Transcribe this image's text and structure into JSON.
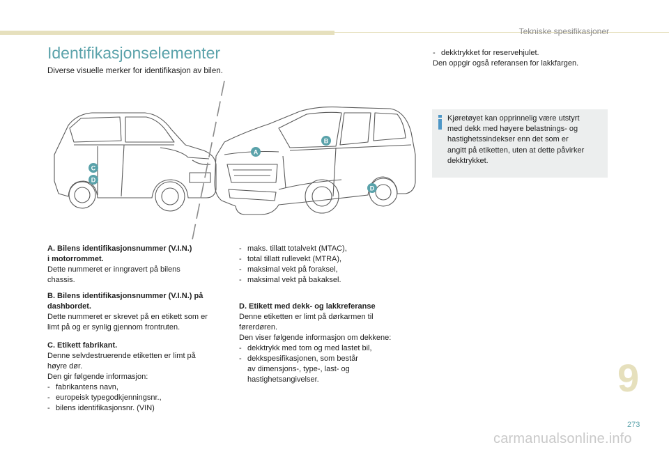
{
  "header": {
    "section_title": "Tekniske spesifikasjoner"
  },
  "title": "Identifikasjonselementer",
  "subtitle": "Diverse visuelle merker for identifikasjon av bilen.",
  "illustration": {
    "markers": [
      "A",
      "B",
      "C",
      "D",
      "D"
    ],
    "marker_color": "#5aa2aa"
  },
  "col1": {
    "a_heading": "A. Bilens identifikasjonsnummer (V.I.N.)",
    "a_heading2": "i motorrommet.",
    "a_text1": "Dette nummeret er inngravert på bilens",
    "a_text2": "chassis.",
    "b_heading": "B. Bilens identifikasjonsnummer (V.I.N.) på",
    "b_heading2": "dashbordet.",
    "b_text1": "Dette nummeret er skrevet på en etikett som er",
    "b_text2": "limt på og er synlig gjennom frontruten.",
    "c_heading": "C. Etikett fabrikant.",
    "c_text1": "Denne selvdestruerende etiketten er limt på",
    "c_text2": "høyre dør.",
    "c_text3": "Den gir følgende informasjon:",
    "c_items": [
      "fabrikantens navn,",
      "europeisk typegodkjenningsnr.,",
      "bilens identifikasjonsnr. (VIN)"
    ]
  },
  "col2": {
    "items": [
      "maks. tillatt totalvekt (MTAC),",
      "total tillatt rullevekt (MTRA),",
      "maksimal vekt på foraksel,",
      "maksimal vekt på bakaksel."
    ],
    "d_heading": "D. Etikett med dekk- og lakkreferanse",
    "d_text1": "Denne etiketten er limt på dørkarmen til",
    "d_text2": "førerdøren.",
    "d_text3": "Den viser følgende informasjon om dekkene:",
    "d_item1": "dekktrykk med tom og med lastet bil,",
    "d_item2": "dekkspesifikasjonen, som består",
    "d_item2b": "av dimensjons-, type-, last- og",
    "d_item2c": "hastighetsangivelser."
  },
  "col3": {
    "item": "dekktrykket for reservehjulet.",
    "text": "Den oppgir også referansen for lakkfargen."
  },
  "info": {
    "line1": "Kjøretøyet kan opprinnelig være utstyrt",
    "line2": "med dekk med høyere belastnings- og",
    "line3": "hastighetssindekser enn det som er",
    "line4": "angitt på etiketten, uten at dette påvirker",
    "line5": "dekktrykket."
  },
  "chapter_number": "9",
  "page_number": "273",
  "watermark": "carmanualsonline.info",
  "dash_char": "-"
}
